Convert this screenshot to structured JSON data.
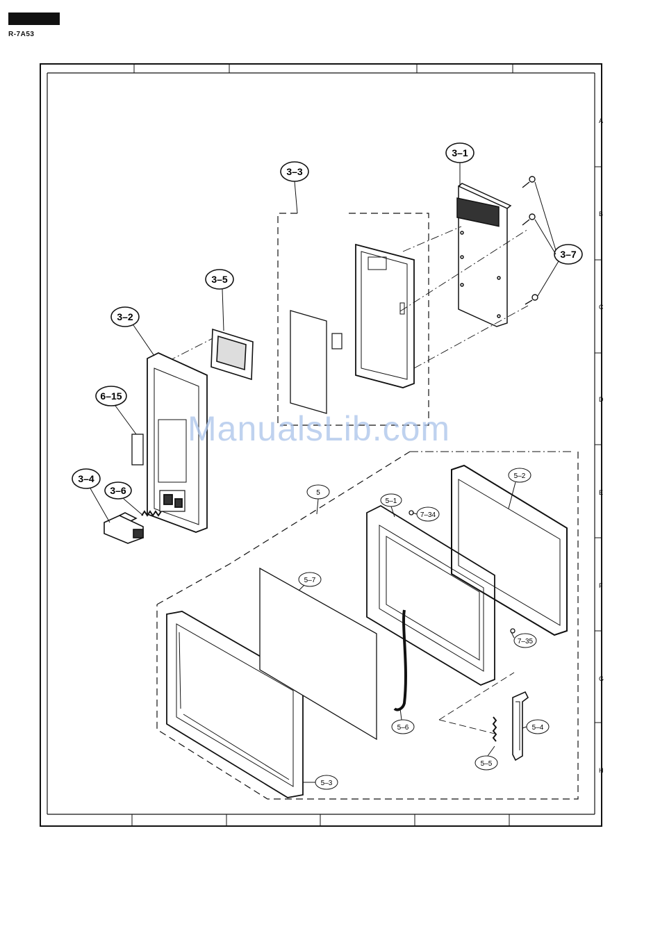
{
  "header": {
    "model": "R-7A53"
  },
  "watermark": "ManualsLib.com",
  "zones": [
    "A",
    "B",
    "C",
    "D",
    "E",
    "F",
    "G",
    "H"
  ],
  "callouts": {
    "c3_1": "3–1",
    "c3_2": "3–2",
    "c3_3": "3–3",
    "c3_4": "3–4",
    "c3_5": "3–5",
    "c3_6": "3–6",
    "c3_7": "3–7",
    "c6_15": "6–15",
    "c5": "5",
    "c5_1": "5–1",
    "c5_2": "5–2",
    "c5_3": "5–3",
    "c5_4": "5–4",
    "c5_5": "5–5",
    "c5_6": "5–6",
    "c5_7": "5–7",
    "c7_34": "7–34",
    "c7_35": "7–35"
  }
}
